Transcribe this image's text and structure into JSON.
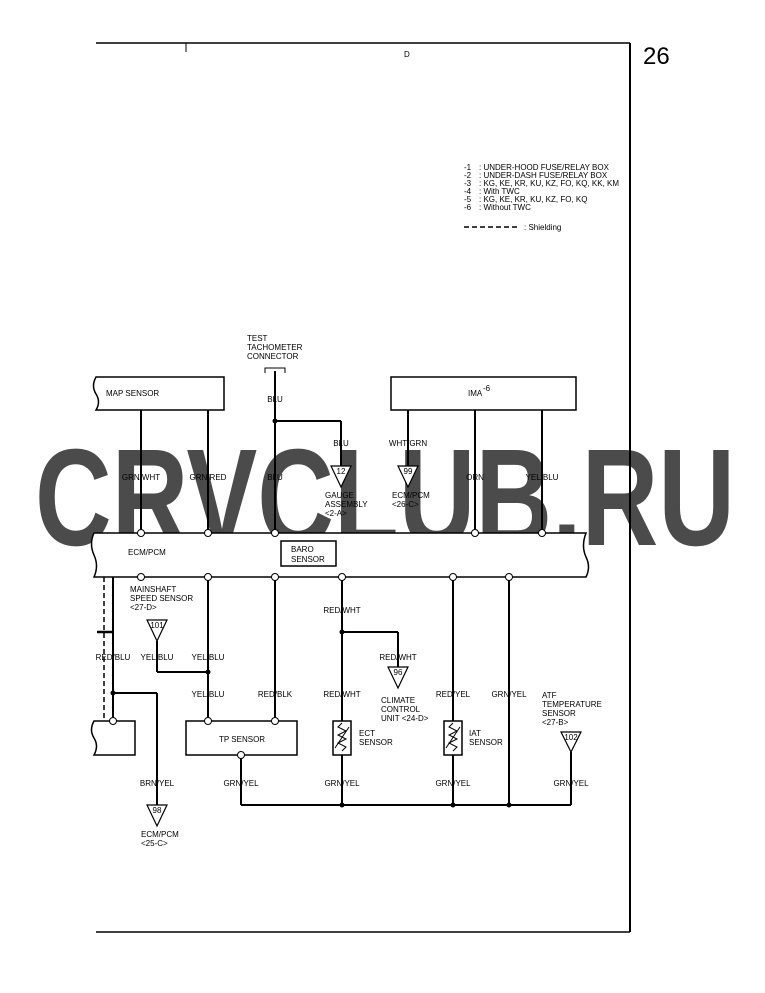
{
  "page": {
    "number": "26",
    "section": "D",
    "watermark": "CRVCLUB.RU"
  },
  "legend": {
    "items": [
      {
        "code": "-1",
        "text": ": UNDER-HOOD FUSE/RELAY BOX"
      },
      {
        "code": "-2",
        "text": ": UNDER-DASH FUSE/RELAY BOX"
      },
      {
        "code": "-3",
        "text": ": KG, KE, KR, KU, KZ, FO, KQ, KK, KM"
      },
      {
        "code": "-4",
        "text": ": With TWC"
      },
      {
        "code": "-5",
        "text": ": KG, KE, KR, KU, KZ, FO, KQ"
      },
      {
        "code": "-6",
        "text": ": Without TWC"
      }
    ],
    "shielding": ": Shielding"
  },
  "components": {
    "map_sensor": "MAP SENSOR",
    "ima": "IMA",
    "ima_sup": "-6",
    "ecm": "ECM/PCM",
    "baro_1": "BARO",
    "baro_2": "SENSOR",
    "tp_sensor": "TP SENSOR",
    "ect_1": "ECT",
    "ect_2": "SENSOR",
    "iat_1": "IAT",
    "iat_2": "SENSOR"
  },
  "labels": {
    "test_1": "TEST",
    "test_2": "TACHOMETER",
    "test_3": "CONNECTOR",
    "gauge_1": "GAUGE",
    "gauge_2": "ASSEMBLY",
    "gauge_3": "<2-A>",
    "ecm26_1": "ECM/PCM",
    "ecm26_2": "<26-C>",
    "mainshaft_1": "MAINSHAFT",
    "mainshaft_2": "SPEED SENSOR",
    "mainshaft_3": "<27-D>",
    "climate_1": "CLIMATE",
    "climate_2": "CONTROL",
    "climate_3": "UNIT <24-D>",
    "atf_1": "ATF",
    "atf_2": "TEMPERATURE",
    "atf_3": "SENSOR",
    "atf_4": "<27-B>",
    "ecm25_1": "ECM/PCM",
    "ecm25_2": "<25-C>"
  },
  "refs": {
    "gauge": "12",
    "ecm26": "99",
    "mainshaft": "101",
    "climate": "96",
    "atf": "102",
    "ecm25": "98"
  },
  "wires": {
    "grn_wht": "GRN/WHT",
    "grn_red": "GRN/RED",
    "blu_top": "BLU",
    "blu_branch": "BLU",
    "blu_mid": "BLU",
    "wht_grn": "WHT/GRN",
    "orn": "ORN",
    "yel_blu_top": "YEL/BLU",
    "red_blu": "RED/BLU",
    "yel_blu_a": "YEL/BLU",
    "yel_blu_b": "YEL/BLU",
    "yel_blu_c": "YEL/BLU",
    "red_blk": "RED/BLK",
    "red_wht_a": "RED/WHT",
    "red_wht_b": "RED/WHT",
    "red_wht_c": "RED/WHT",
    "red_yel": "RED/YEL",
    "grn_yel_a": "GRN/YEL",
    "brn_yel": "BRN/YEL",
    "grn_yel_tp": "GRN/YEL",
    "grn_yel_ect": "GRN/YEL",
    "grn_yel_iat": "GRN/YEL",
    "grn_yel_atf": "GRN/YEL"
  }
}
